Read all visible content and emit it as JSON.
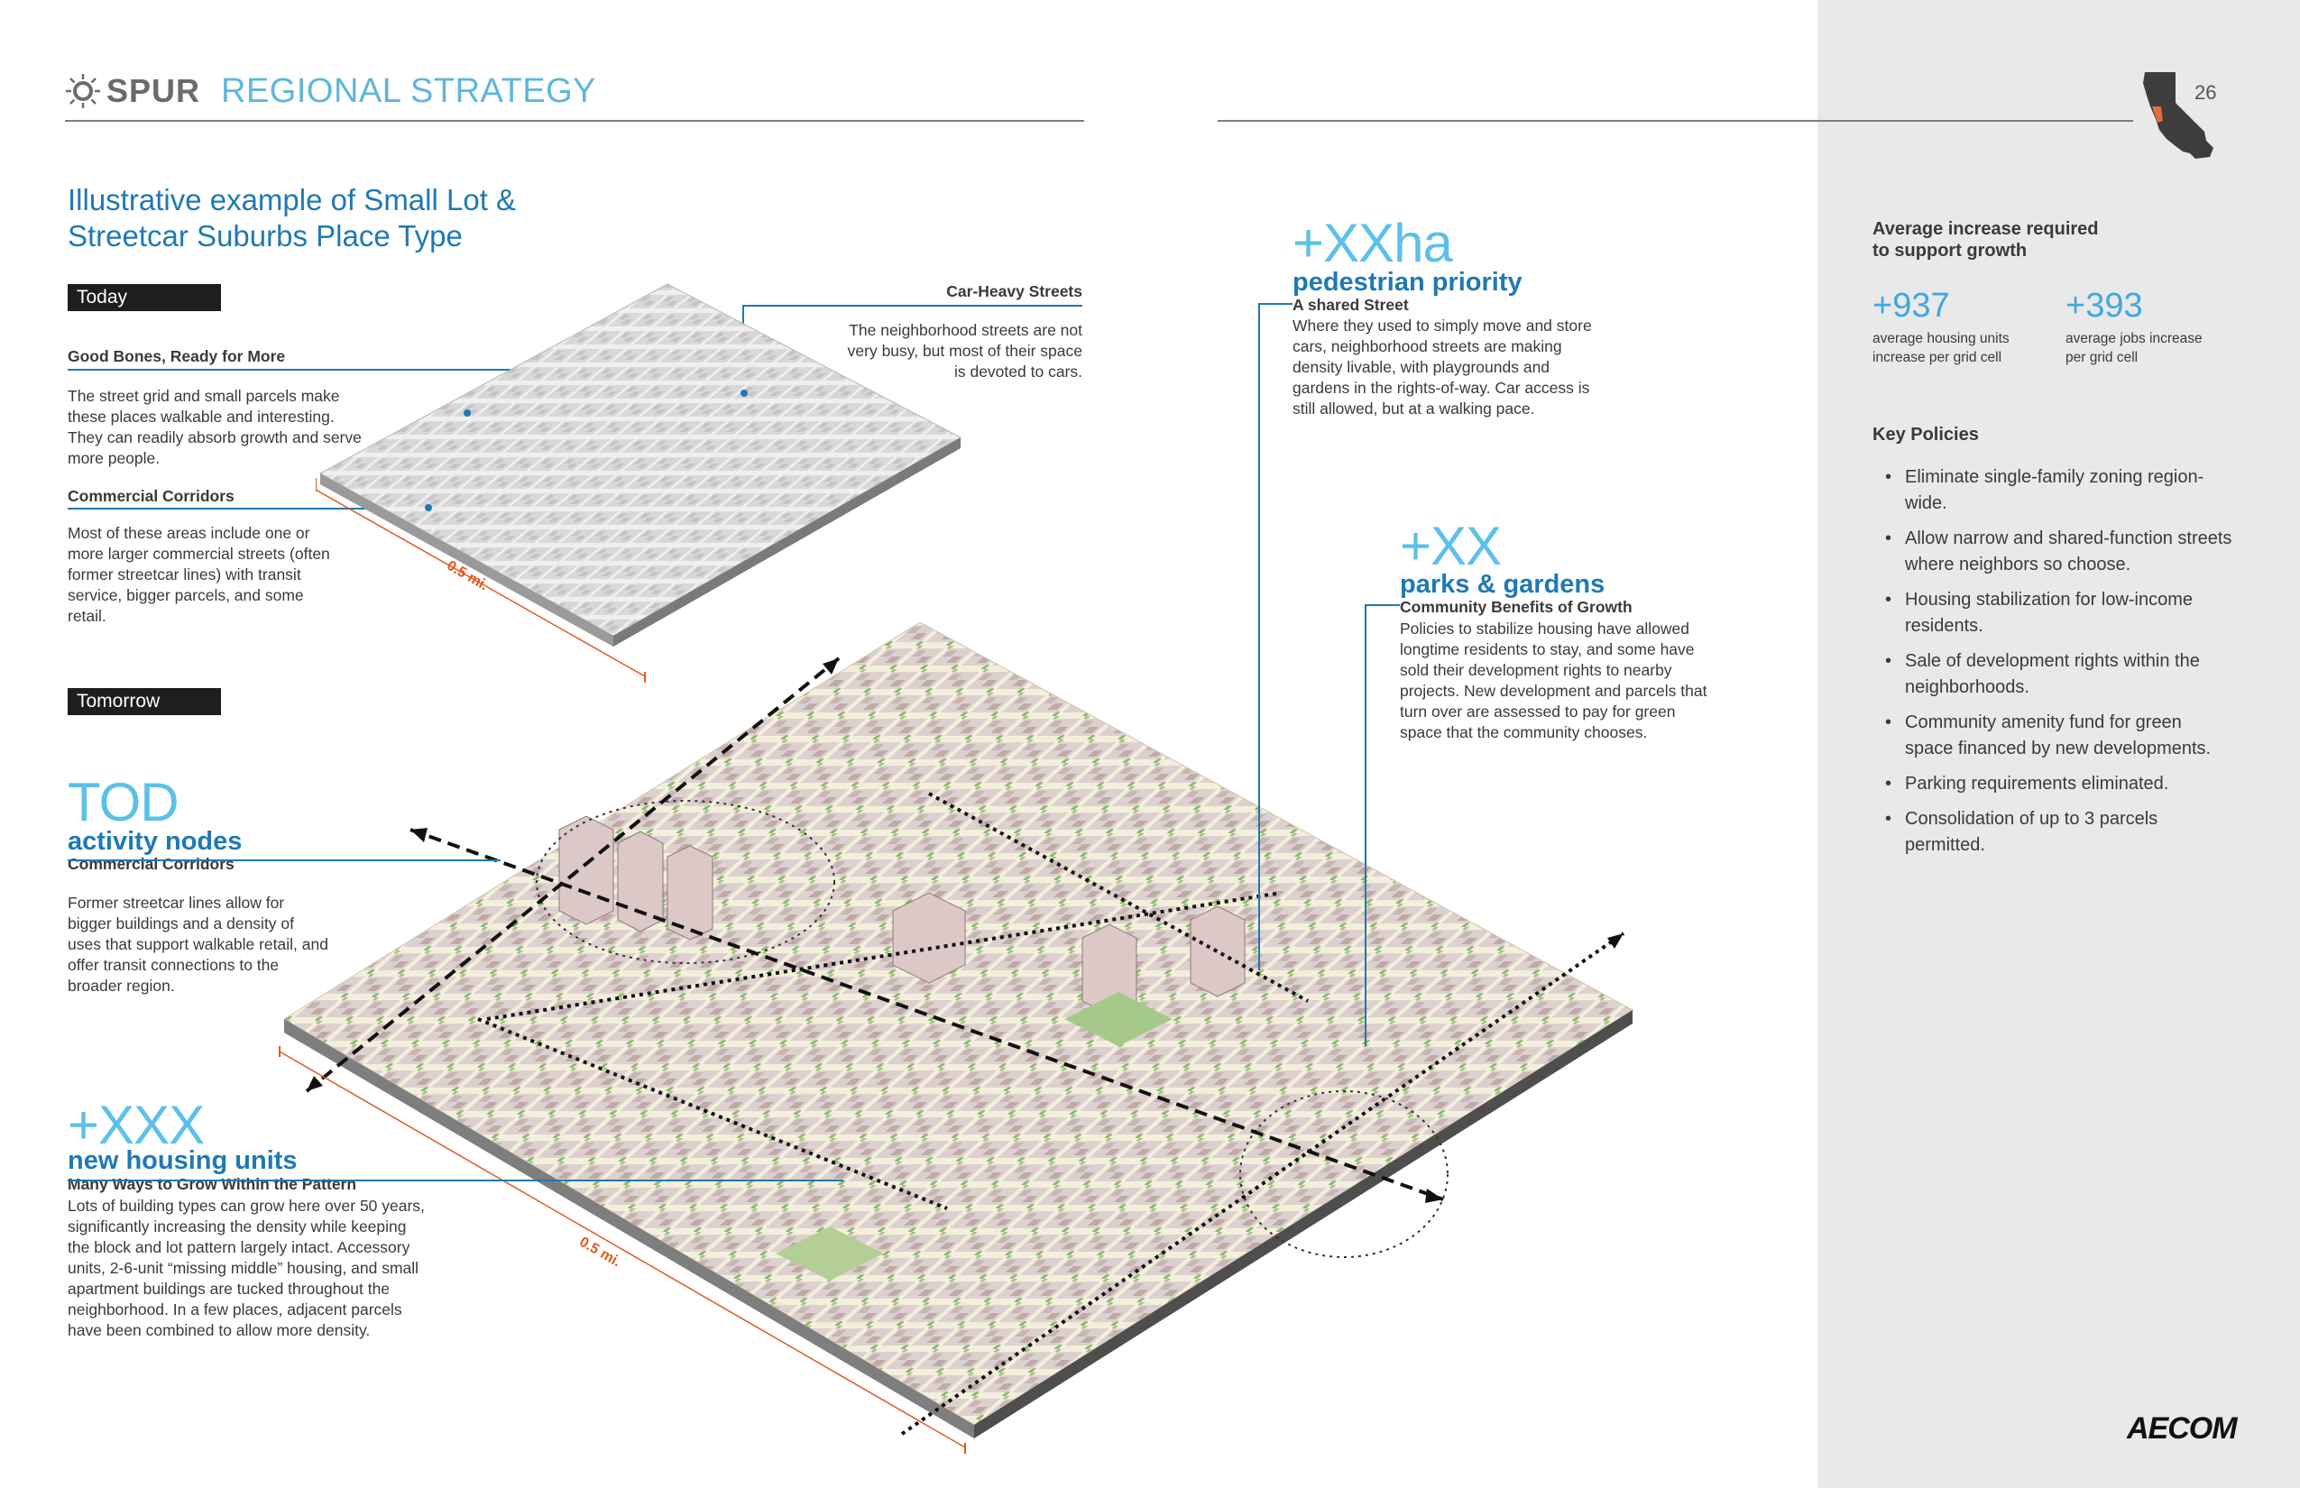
{
  "header": {
    "brand": "SPUR",
    "section": "REGIONAL STRATEGY",
    "page_number": "26"
  },
  "title": "Illustrative example of Small Lot & Streetcar Suburbs Place Type",
  "today": {
    "tag": "Today",
    "good_bones": {
      "heading": "Good Bones, Ready for More",
      "text": "The street grid and small parcels make these places walkable and interesting. They can readily absorb growth and serve more people."
    },
    "commercial": {
      "heading": "Commercial Corridors",
      "text": "Most of these areas include one or more larger commercial streets (often former streetcar lines) with transit service, bigger parcels, and some retail."
    },
    "car_heavy": {
      "heading": "Car-Heavy Streets",
      "text": "The neighborhood streets are not very busy, but most of their space is devoted to cars."
    },
    "scale_label": "0.5 mi."
  },
  "tomorrow": {
    "tag": "Tomorrow",
    "tod": {
      "big": "TOD",
      "sub": "activity nodes",
      "heading": "Commercial Corridors",
      "text": "Former streetcar lines allow for bigger buildings and a density of uses that support walkable retail, and offer transit connections to the broader region."
    },
    "housing": {
      "big": "+XXX",
      "sub": "new housing units",
      "heading": "Many Ways to Grow Within the Pattern",
      "text": "Lots of building types can grow here over 50 years, significantly increasing the density while keeping the block and lot pattern largely intact. Accessory units, 2-6-unit “missing middle” housing, and small apartment buildings are tucked throughout the neighborhood. In a few places, adjacent parcels have been combined to allow more density."
    },
    "pedestrian": {
      "big": "+XXha",
      "sub": "pedestrian priority",
      "heading": "A shared Street",
      "text": "Where they used to simply move and store cars, neighborhood streets are making density livable, with playgrounds and gardens in the rights-of-way. Car access is still allowed, but at a walking pace."
    },
    "parks": {
      "big": "+XX",
      "sub": "parks & gardens",
      "heading": "Community Benefits of Growth",
      "text": "Policies to stabilize housing have allowed longtime residents to stay, and some have sold their development rights to nearby projects. New development and parcels that turn over are assessed to pay for green space that the community chooses."
    },
    "scale_label": "0.5 mi."
  },
  "sidebar": {
    "growth_heading": "Average increase required to support growth",
    "stats": [
      {
        "value": "+937",
        "label": "average housing units increase per grid cell"
      },
      {
        "value": "+393",
        "label": "average jobs increase per grid cell"
      }
    ],
    "policies_heading": "Key Policies",
    "policies": [
      "Eliminate single-family zoning region-wide.",
      "Allow narrow and shared-function streets where neighbors so choose.",
      "Housing stabilization for low-income residents.",
      "Sale of development rights within the neighborhoods.",
      "Community amenity fund for green space financed by new developments.",
      "Parking requirements eliminated.",
      "Consolidation of up to 3 parcels permitted."
    ],
    "footer_logo": "AECOM"
  },
  "colors": {
    "accent_blue": "#1f79b4",
    "light_blue": "#5cc0ea",
    "scale_orange": "#e05a1e",
    "sidebar_bg": "#e9e9ea",
    "ca_highlight": "#e46b3c"
  }
}
